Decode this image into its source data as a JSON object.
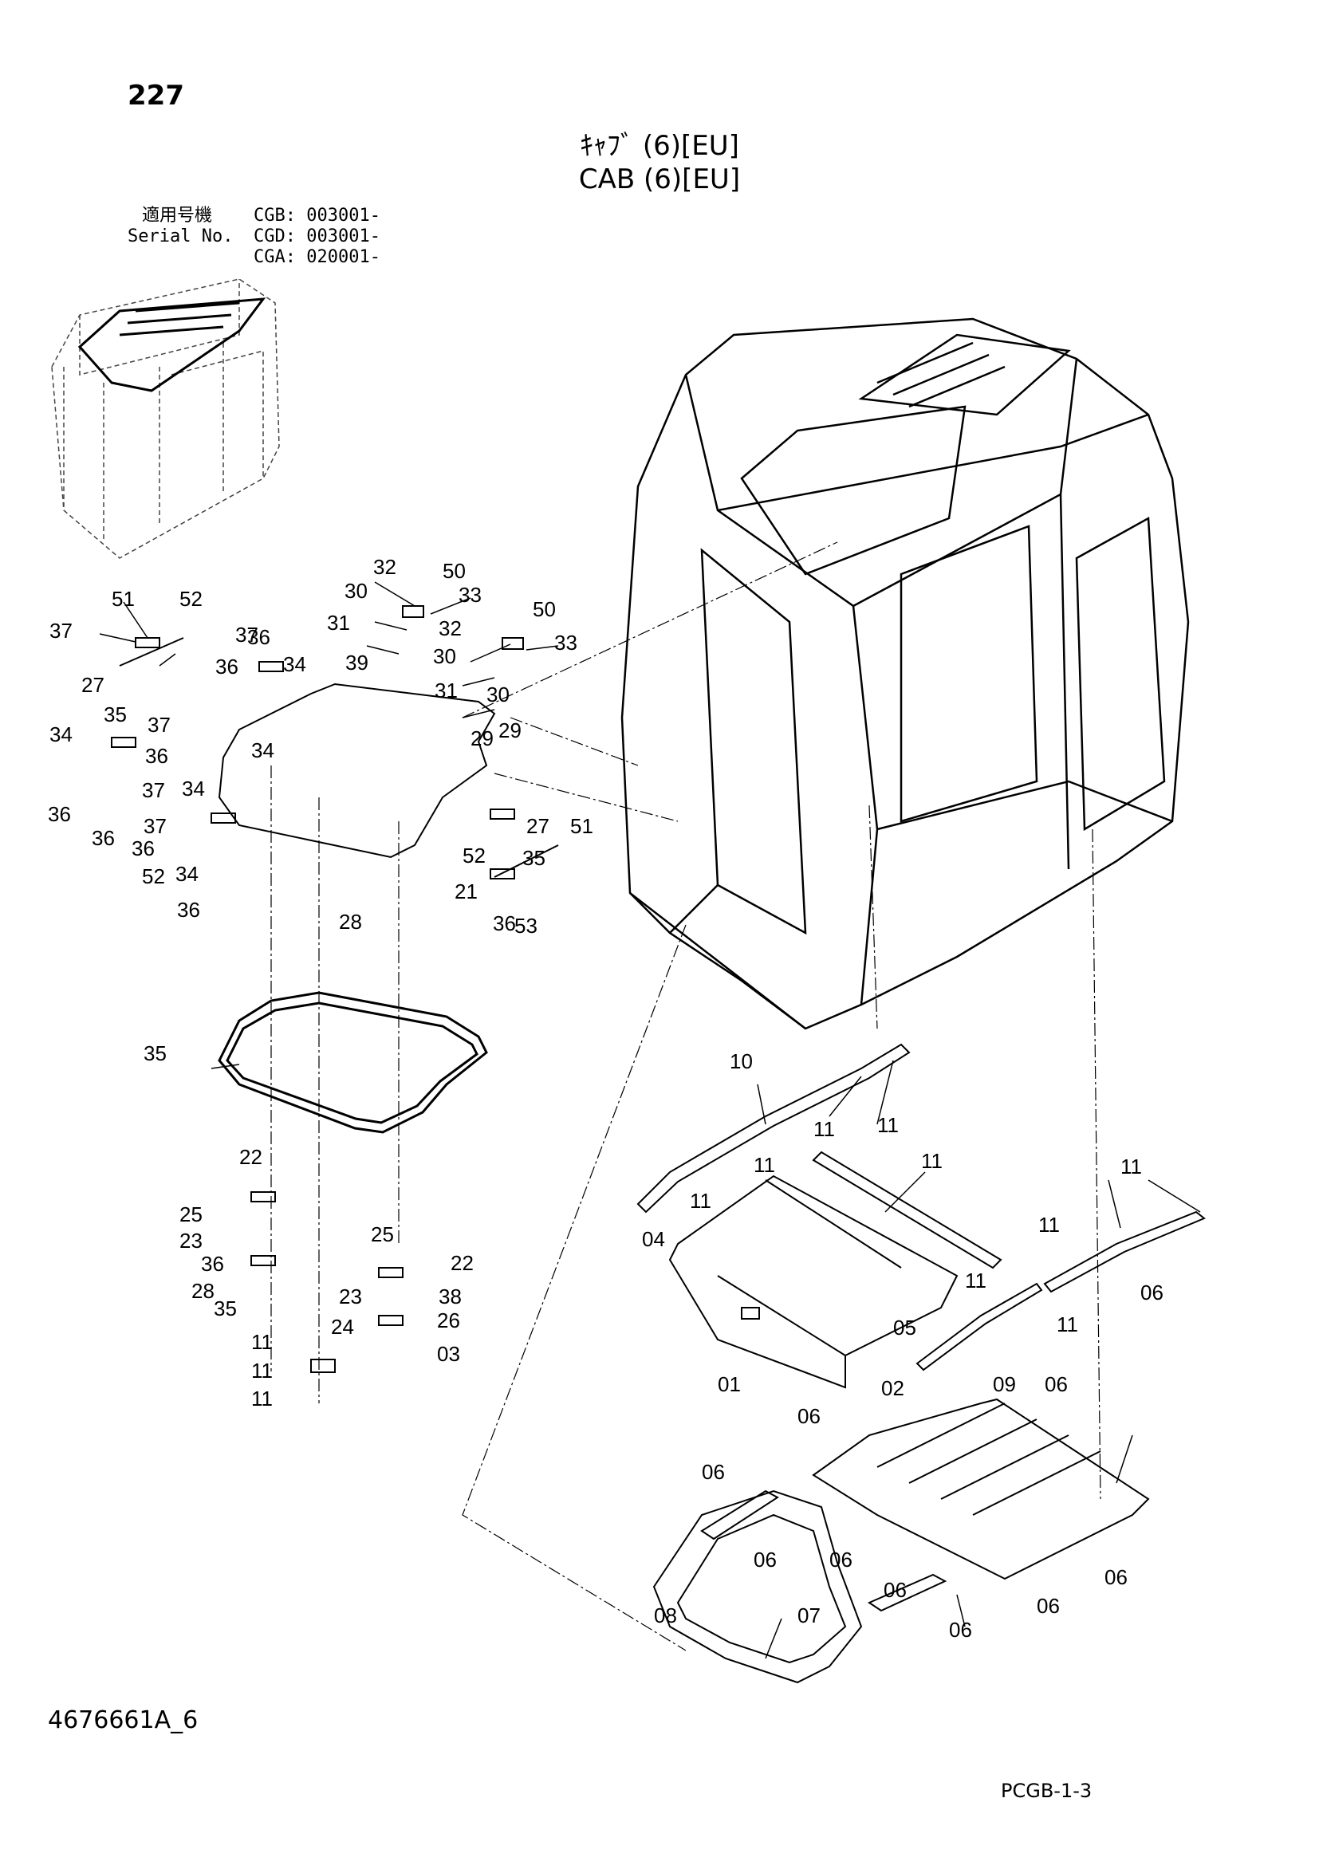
{
  "page_number": "227",
  "title_jp": "ｷｬﾌﾞ (6)[EU]",
  "title_en": "CAB (6)[EU]",
  "serial": {
    "label_jp": "適用号機",
    "label_en": "Serial No.",
    "entries": [
      "CGB: 003001-",
      "CGD: 003001-",
      "CGA: 020001-"
    ]
  },
  "footer_left": "4676661A_6",
  "footer_right": "PCGB-1-3",
  "callouts": [
    "32",
    "50",
    "30",
    "33",
    "31",
    "52",
    "51",
    "37",
    "36",
    "34",
    "39",
    "27",
    "35",
    "29",
    "32",
    "50",
    "33",
    "30",
    "31",
    "30",
    "29",
    "37",
    "36",
    "34",
    "37",
    "36",
    "34",
    "36",
    "37",
    "36",
    "34",
    "37",
    "36",
    "34",
    "52",
    "36",
    "51",
    "27",
    "35",
    "52",
    "21",
    "53",
    "36",
    "28",
    "35",
    "22",
    "25",
    "23",
    "36",
    "28",
    "35",
    "25",
    "22",
    "23",
    "38",
    "24",
    "26",
    "03",
    "11",
    "11",
    "11",
    "10",
    "11",
    "11",
    "11",
    "11",
    "11",
    "04",
    "11",
    "11",
    "11",
    "11",
    "05",
    "02",
    "06",
    "01",
    "09",
    "06",
    "06",
    "06",
    "06",
    "06",
    "06",
    "06",
    "06",
    "07",
    "08",
    "06"
  ]
}
